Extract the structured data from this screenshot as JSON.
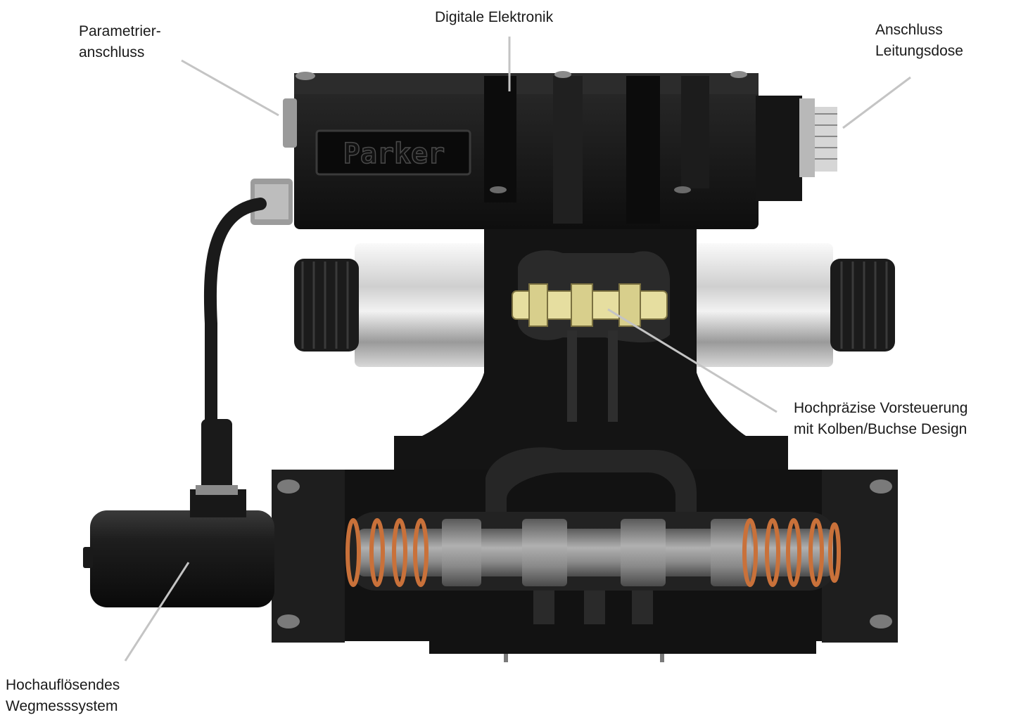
{
  "callouts": {
    "param": [
      "Parametrier-",
      "anschluss"
    ],
    "electronics": [
      "Digitale Elektronik"
    ],
    "connector": [
      "Anschluss",
      "Leitungsdose"
    ],
    "pilot": [
      "Hochpräzise Vorsteuerung",
      "mit Kolben/Buchse Design"
    ],
    "measurement": [
      "Hochauflösendes",
      "Wegmesssystem"
    ]
  },
  "logo_text": "Parker",
  "colors": {
    "body": "#161616",
    "leader": "#c4c4c4",
    "solenoid": "#d2d2d2",
    "spring": "#c9713a",
    "pilot_spool": "#e8e0a0",
    "spool": "#8c8c8c"
  }
}
